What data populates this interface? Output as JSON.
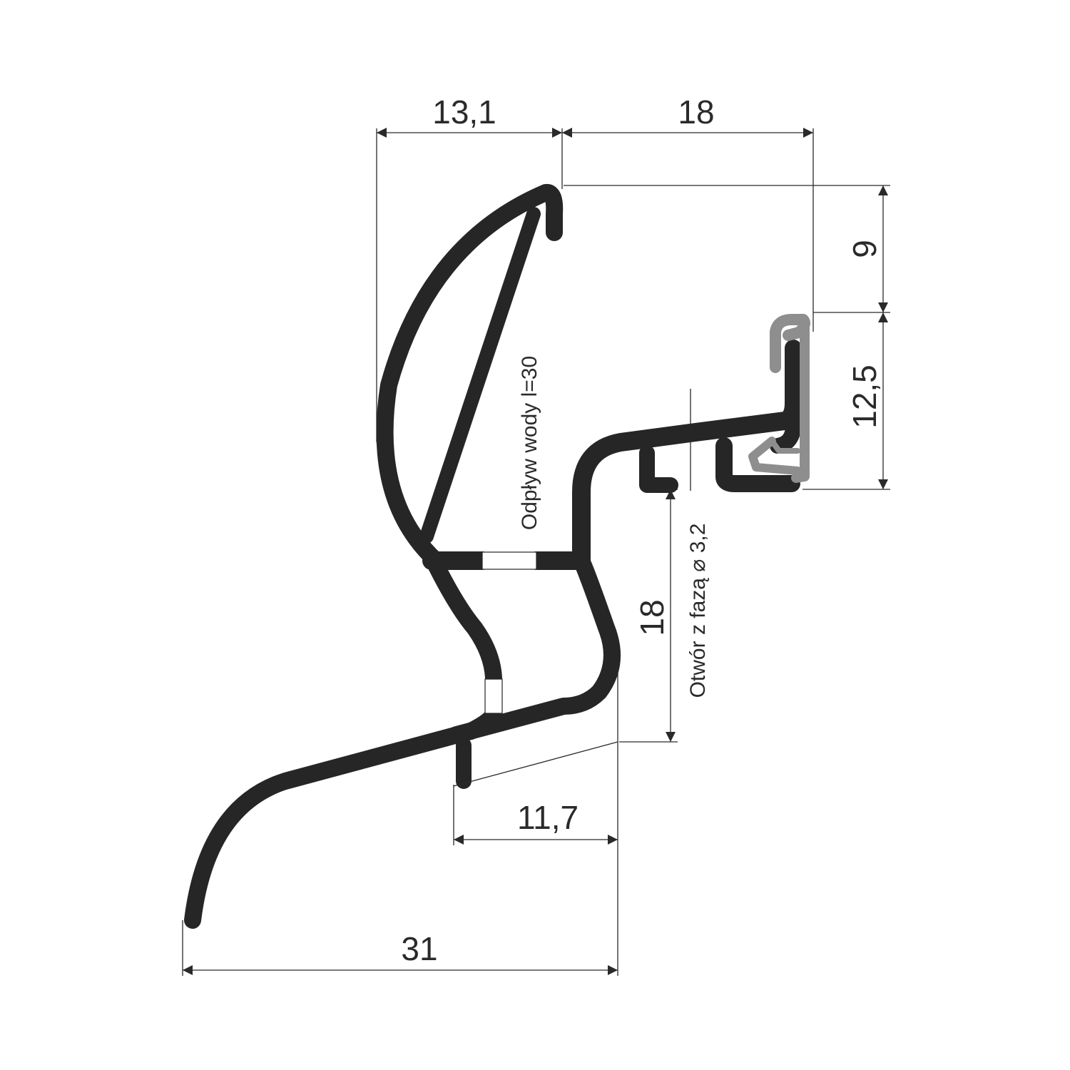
{
  "drawing": {
    "colors": {
      "profile": "#262626",
      "gasket": "#8e8e8e",
      "dimension": "#2a2a2a",
      "background": "#ffffff"
    },
    "dimensions": {
      "top_left_width": "13,1",
      "top_right_width": "18",
      "right_top_height": "9",
      "right_lower_height": "12,5",
      "center_height": "18",
      "bottom_inner_width": "11,7",
      "bottom_total_width": "31"
    },
    "notes": {
      "drainage": "Odpływ wody l=30",
      "hole": "Otwór z fazą ⌀ 3,2"
    }
  }
}
